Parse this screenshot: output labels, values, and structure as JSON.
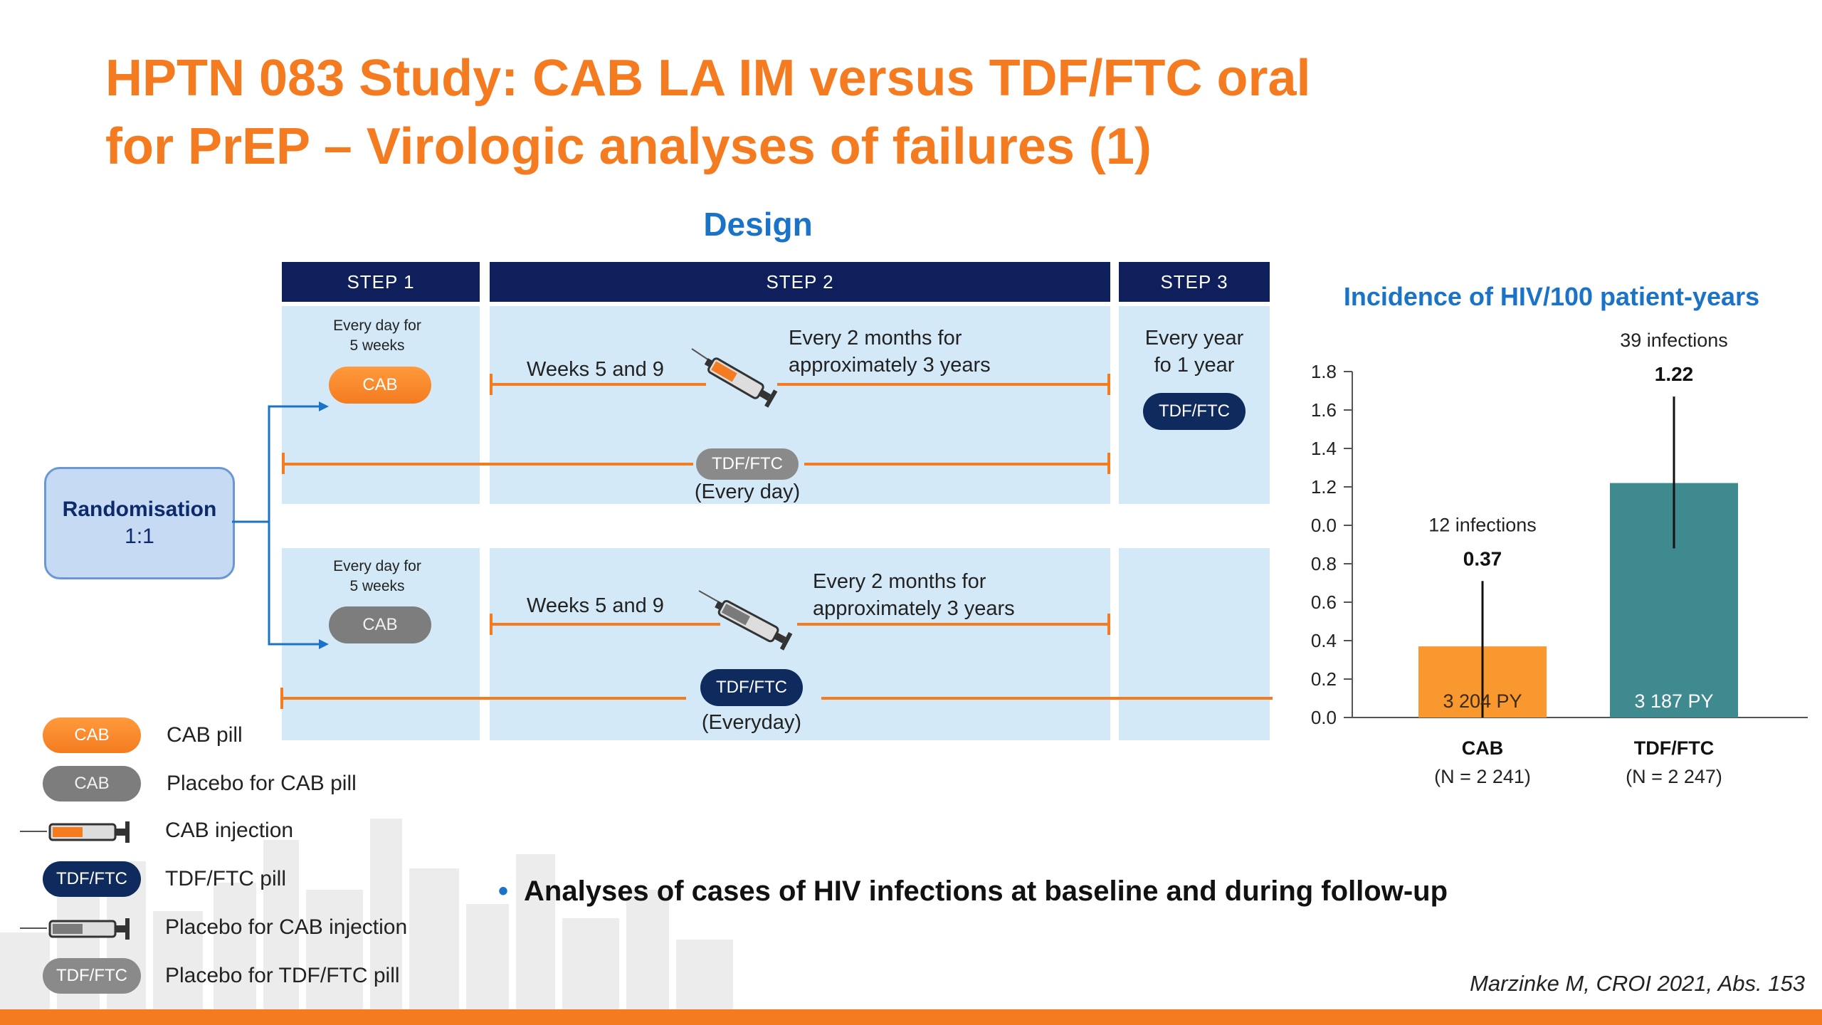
{
  "title": {
    "line1": "HPTN 083 Study: CAB LA IM versus TDF/FTC oral",
    "line2": "for PrEP – Virologic analyses of failures (1)"
  },
  "design": {
    "label": "Design",
    "steps": [
      "STEP 1",
      "STEP 2",
      "STEP 3"
    ],
    "randomisation": {
      "label": "Randomisation",
      "ratio": "1:1"
    },
    "arm1": {
      "step1_text": [
        "Every day for",
        "5 weeks"
      ],
      "step1_pill": "CAB",
      "weeks_text": "Weeks 5 and 9",
      "every_text": [
        "Every 2 months for",
        "approximately 3 years"
      ],
      "step3_text": [
        "Every year",
        "fo 1 year"
      ],
      "step3_pill": "TDF/FTC",
      "daily_pill": "TDF/FTC",
      "daily_text": "(Every day)"
    },
    "arm2": {
      "step1_text": [
        "Every day for",
        "5 weeks"
      ],
      "step1_pill": "CAB",
      "weeks_text": "Weeks 5 and 9",
      "every_text": [
        "Every 2 months for",
        "approximately 3 years"
      ],
      "daily_pill": "TDF/FTC",
      "daily_text": "(Everyday)"
    }
  },
  "legend": [
    {
      "icon": "orange-pill-icon",
      "pill": "CAB",
      "label": "CAB pill"
    },
    {
      "icon": "grey-pill-icon",
      "pill": "CAB",
      "label": "Placebo for CAB pill"
    },
    {
      "icon": "orange-syringe-icon",
      "label": "CAB injection"
    },
    {
      "icon": "navy-pill-icon",
      "pill": "TDF/FTC",
      "label": "TDF/FTC pill"
    },
    {
      "icon": "grey-syringe-icon",
      "label": "Placebo for CAB injection"
    },
    {
      "icon": "grey-pill-icon",
      "pill": "TDF/FTC",
      "label": "Placebo for TDF/FTC pill"
    }
  ],
  "chart_data": {
    "type": "bar",
    "title": "Incidence of HIV/100 patient-years",
    "categories": [
      "CAB",
      "TDF/FTC"
    ],
    "category_sublabels": [
      "(N = 2 241)",
      "(N = 2 247)"
    ],
    "values": [
      0.37,
      1.22
    ],
    "value_labels": [
      "0.37",
      "1.22"
    ],
    "infection_labels": [
      "12 infections",
      "39 infections"
    ],
    "bar_labels": [
      "3 204 PY",
      "3 187 PY"
    ],
    "error_bars": [
      [
        0.0,
        0.71
      ],
      [
        0.88,
        1.67
      ]
    ],
    "ylim": [
      0,
      1.8
    ],
    "yticks": [
      "0.0",
      "0.2",
      "0.4",
      "0.6",
      "0.8",
      "0.0",
      "1.2",
      "1.4",
      "1.6",
      "1.8"
    ],
    "ytick_values": [
      0,
      0.2,
      0.4,
      0.6,
      0.8,
      1.0,
      1.2,
      1.4,
      1.6,
      1.8
    ],
    "colors": [
      "#f8982f",
      "#3e8a8e"
    ],
    "grid": false
  },
  "bullet": "Analyses of cases of HIV infections at baseline and during follow-up",
  "citation": "Marzinke M, CROI 2021, Abs. 153",
  "colors": {
    "accent": "#f47b20",
    "blue": "#1a73c6",
    "navy": "#0f1f5c",
    "panel": "#d4e9f7"
  }
}
